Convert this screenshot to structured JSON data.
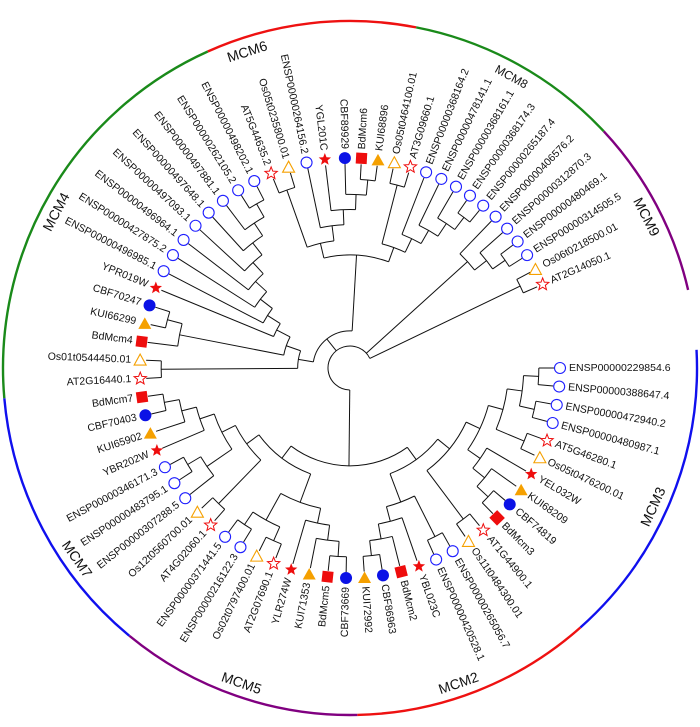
{
  "title": "MCM phylogenetic tree",
  "taxa": {
    "human": {
      "shape": "hollow-circle",
      "color": "#1f1fff"
    },
    "cbf": {
      "shape": "filled-circle",
      "color": "#0b12e6"
    },
    "bd": {
      "shape": "filled-square",
      "color": "#ee0d0d"
    },
    "yeast": {
      "shape": "filled-star",
      "color": "#ee0d0d"
    },
    "at": {
      "shape": "hollow-star",
      "color": "#ee0d0d"
    },
    "os": {
      "shape": "hollow-triangle",
      "color": "#f5a000"
    },
    "kui": {
      "shape": "filled-triangle",
      "color": "#f5a000"
    }
  },
  "leaves": [
    {
      "label": "CBF89929",
      "taxon": "cbf"
    },
    {
      "label": "BdMcm6",
      "taxon": "bd"
    },
    {
      "label": "KUI68896",
      "taxon": "kui"
    },
    {
      "label": "Os05t0464100.01",
      "taxon": "os"
    },
    {
      "label": "AT3G09660.1",
      "taxon": "at"
    },
    {
      "label": "ENSP00000368164.2",
      "taxon": "human"
    },
    {
      "label": "ENSP00000478141.1",
      "taxon": "human"
    },
    {
      "label": "ENSP00000368161.1",
      "taxon": "human"
    },
    {
      "label": "ENSP00000368174.3",
      "taxon": "human"
    },
    {
      "label": "ENSP00000265187.4",
      "taxon": "human"
    },
    {
      "label": "ENSP00000406576.2",
      "taxon": "human"
    },
    {
      "label": "ENSP00000312870.3",
      "taxon": "human"
    },
    {
      "label": "ENSP00000480469.1",
      "taxon": "human"
    },
    {
      "label": "ENSP00000314505.5",
      "taxon": "human"
    },
    {
      "label": "Os06t0218500.01",
      "taxon": "os"
    },
    {
      "label": "AT2G14050.1",
      "taxon": "at"
    },
    {
      "label": "ENSP00000229854.6",
      "taxon": "human"
    },
    {
      "label": "ENSP00000388647.4",
      "taxon": "human"
    },
    {
      "label": "ENSP00000472940.2",
      "taxon": "human"
    },
    {
      "label": "ENSP00000480987.1",
      "taxon": "human"
    },
    {
      "label": "AT5G46280.1",
      "taxon": "at"
    },
    {
      "label": "Os05t0476200.01",
      "taxon": "os"
    },
    {
      "label": "YEL032W",
      "taxon": "yeast"
    },
    {
      "label": "KUI68209",
      "taxon": "kui"
    },
    {
      "label": "CBF74819",
      "taxon": "cbf"
    },
    {
      "label": "BdMcm3",
      "taxon": "bd"
    },
    {
      "label": "AT1G44900.1",
      "taxon": "at"
    },
    {
      "label": "Os11t0484300.01",
      "taxon": "os"
    },
    {
      "label": "ENSP00000265056.7",
      "taxon": "human"
    },
    {
      "label": "ENSP00000420528.1",
      "taxon": "human"
    },
    {
      "label": "YBL023C",
      "taxon": "yeast"
    },
    {
      "label": "BdMcm2",
      "taxon": "bd"
    },
    {
      "label": "CBF86963",
      "taxon": "cbf"
    },
    {
      "label": "KUI72992",
      "taxon": "kui"
    },
    {
      "label": "CBF73669",
      "taxon": "cbf"
    },
    {
      "label": "BdMcm5",
      "taxon": "bd"
    },
    {
      "label": "KUI71353",
      "taxon": "kui"
    },
    {
      "label": "YLR274W",
      "taxon": "yeast"
    },
    {
      "label": "AT2G07690.1",
      "taxon": "at"
    },
    {
      "label": "Os02t0797400.01",
      "taxon": "os"
    },
    {
      "label": "ENSP00000216122.3",
      "taxon": "human"
    },
    {
      "label": "ENSP00000371441.5",
      "taxon": "human"
    },
    {
      "label": "AT4G02060.1",
      "taxon": "at"
    },
    {
      "label": "Os12t0560700.01",
      "taxon": "os"
    },
    {
      "label": "ENSP00000307288.5",
      "taxon": "human"
    },
    {
      "label": "ENSP00000483795.1",
      "taxon": "human"
    },
    {
      "label": "ENSP00000346171.3",
      "taxon": "human"
    },
    {
      "label": "YBR202W",
      "taxon": "yeast"
    },
    {
      "label": "KUI65902",
      "taxon": "kui"
    },
    {
      "label": "CBF70403",
      "taxon": "cbf"
    },
    {
      "label": "BdMcm7",
      "taxon": "bd"
    },
    {
      "label": "AT2G16440.1",
      "taxon": "at"
    },
    {
      "label": "Os01t0544450.01",
      "taxon": "os"
    },
    {
      "label": "BdMcm4",
      "taxon": "bd"
    },
    {
      "label": "KUI66299",
      "taxon": "kui"
    },
    {
      "label": "CBF70247",
      "taxon": "cbf"
    },
    {
      "label": "YPR019W",
      "taxon": "yeast"
    },
    {
      "label": "ENSP00000496985.1",
      "taxon": "human"
    },
    {
      "label": "ENSP00000427875.2",
      "taxon": "human"
    },
    {
      "label": "ENSP00000496964.1",
      "taxon": "human"
    },
    {
      "label": "ENSP00000497093.1",
      "taxon": "human"
    },
    {
      "label": "ENSP00000497648.1",
      "taxon": "human"
    },
    {
      "label": "ENSP00000497881.1",
      "taxon": "human"
    },
    {
      "label": "ENSP00000262105.2",
      "taxon": "human"
    },
    {
      "label": "ENSP00000498202.1",
      "taxon": "human"
    },
    {
      "label": "AT5G44635.2",
      "taxon": "at"
    },
    {
      "label": "Os05t0235800.01",
      "taxon": "os"
    },
    {
      "label": "ENSP00000264156.2",
      "taxon": "human"
    },
    {
      "label": "YGL201C",
      "taxon": "yeast"
    }
  ],
  "topology": [
    [
      [
        [
          52,
          53
        ],
        [
          [
            54,
            [
              55,
              56
            ]
          ],
          [
            57,
            [
              58,
              [
                59,
                [
                  60,
                  [
                    61,
                    [
                      62,
                      [
                        63,
                        [
                          64,
                          65
                        ]
                      ]
                    ]
                  ]
                ]
              ]
            ]
          ]
        ]
      ],
      [
        [
          [
            67,
            66
          ],
          [
            68,
            [
              69,
              [
                1,
                [
                  2,
                  3
                ]
              ]
            ]
          ]
        ],
        [
          [
            4,
            5
          ],
          [
            6,
            [
              7,
              [
                8,
                [
                  9,
                  10
                ]
              ]
            ]
          ]
        ]
      ]
    ],
    [
      11,
      [
        12,
        [
          13,
          14
        ]
      ]
    ],
    [
      15,
      16
    ],
    [
      [
        [
          [
            [
              [
                [
                  17,
                  18
                ],
                [
                  19,
                  20
                ]
              ],
              [
                21,
                22
              ]
            ],
            [
              23,
              [
                24,
                [
                  25,
                  26
                ]
              ]
            ]
          ],
          [
            27,
            28
          ]
        ],
        [
          [
            29,
            30
          ],
          [
            31,
            [
              32,
              [
                33,
                34
              ]
            ]
          ]
        ]
      ],
      [
        [
          [
            [
              41,
              42
            ],
            [
              39,
              40
            ]
          ],
          [
            38,
            [
              37,
              [
                36,
                35
              ]
            ]
          ]
        ],
        [
          [
            43,
            44
          ],
          [
            [
              45,
              [
                46,
                47
              ]
            ],
            [
              48,
              [
                49,
                [
                  50,
                  51
                ]
              ]
            ]
          ]
        ]
      ]
    ]
  ],
  "clades": [
    {
      "name": "MCM6",
      "color": "#ee1111"
    },
    {
      "name": "MCM8",
      "color": "#1a8a1a"
    },
    {
      "name": "MCM9",
      "color": "#800080"
    },
    {
      "name": "MCM3",
      "color": "#1010ee"
    },
    {
      "name": "MCM2",
      "color": "#ee1111"
    },
    {
      "name": "MCM5",
      "color": "#800080"
    },
    {
      "name": "MCM7",
      "color": "#1010ee"
    },
    {
      "name": "MCM4",
      "color": "#1a8a1a"
    }
  ]
}
